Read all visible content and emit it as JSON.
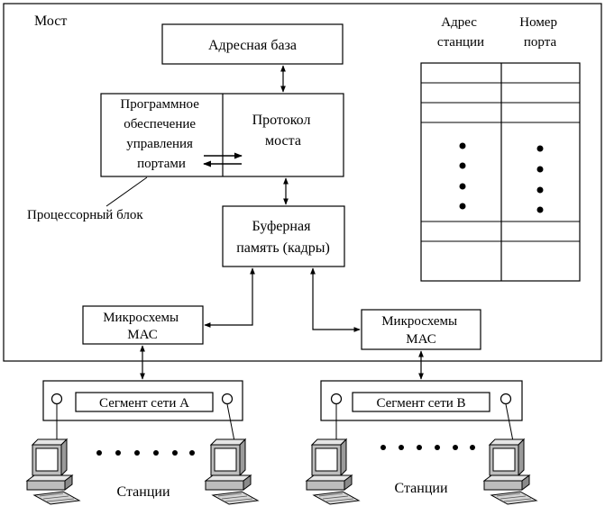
{
  "bridge": {
    "title": "Мост"
  },
  "address_base": {
    "label": "Адресная база"
  },
  "processor": {
    "software_lines": [
      "Программное",
      "обеспечение",
      "управления",
      "портами"
    ],
    "protocol_lines": [
      "Протокол",
      "моста"
    ],
    "caption": "Процессорный блок"
  },
  "buffer": {
    "lines": [
      "Буферная",
      "память (кадры)"
    ]
  },
  "mac_left": {
    "lines": [
      "Микросхемы",
      "МАС"
    ]
  },
  "mac_right": {
    "lines": [
      "Микросхемы",
      "МАС"
    ]
  },
  "table": {
    "col1_header": [
      "Адрес",
      "станции"
    ],
    "col2_header": [
      "Номер",
      "порта"
    ]
  },
  "segment_a": {
    "label": "Сегмент сети А",
    "stations_label": "Станции"
  },
  "segment_b": {
    "label": "Сегмент сети В",
    "stations_label": "Станции"
  },
  "icons": {
    "computer": "desktop-computer-icon"
  }
}
